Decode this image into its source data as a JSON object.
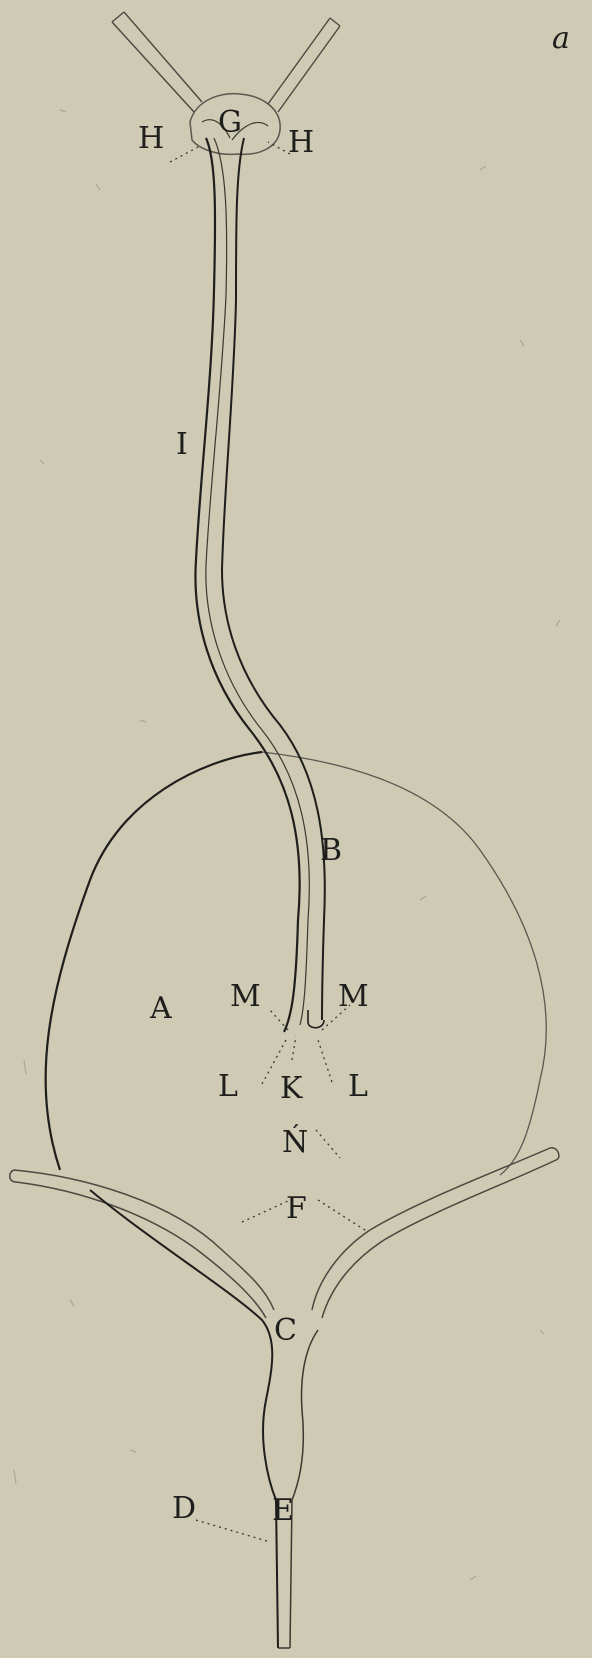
{
  "plate": {
    "paper_color": "#cfcab4",
    "ink_color": "#1e1e1c",
    "corner_mark": "a"
  },
  "labels": {
    "A": "A",
    "B": "B",
    "C": "C",
    "D": "D",
    "E": "E",
    "F": "F",
    "G": "G",
    "H_left": "H",
    "H_right": "H",
    "I": "I",
    "K": "K",
    "L_left": "L",
    "L_right": "L",
    "M_left": "M",
    "M_right": "M",
    "N": "Ń"
  }
}
